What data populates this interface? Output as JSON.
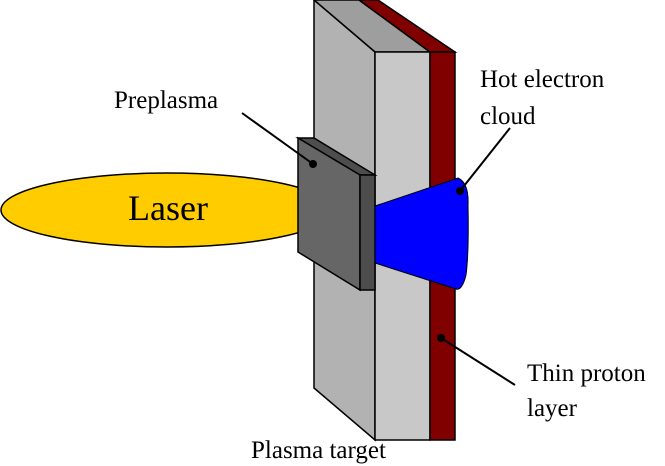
{
  "labels": {
    "laser": "Laser",
    "preplasma": "Preplasma",
    "hot_electron_line1": "Hot electron",
    "hot_electron_line2": "cloud",
    "thin_proton_line1": "Thin proton",
    "thin_proton_line2": "layer",
    "plasma_target": "Plasma target"
  },
  "colors": {
    "laser_fill": "#FFCC00",
    "target_front": "#B2B2B2",
    "target_side": "#C8C8C8",
    "target_top": "#9E9E9E",
    "proton_layer": "#800000",
    "preplasma_front": "#666666",
    "preplasma_edge": "#4D4D4D",
    "electron_cloud": "#0000FF"
  }
}
